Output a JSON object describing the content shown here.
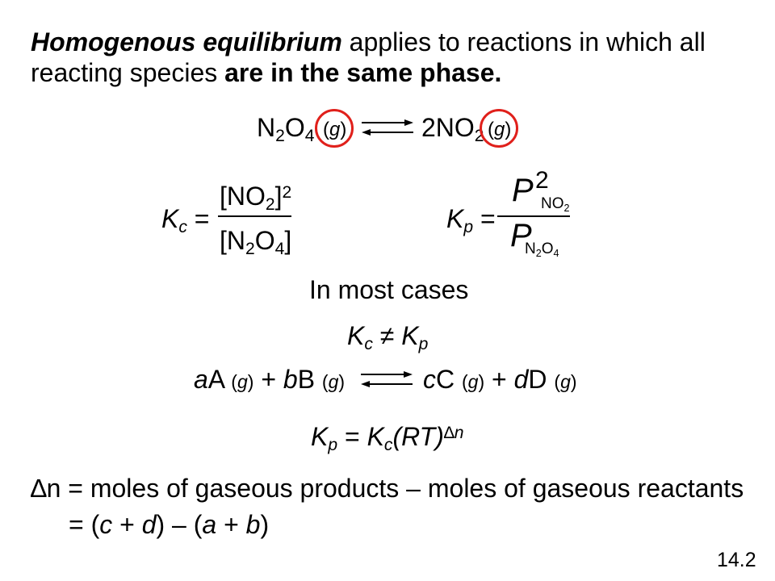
{
  "slide": {
    "intro": {
      "line1": [
        {
          "bi": "Homogenous equilibrium"
        },
        {
          "t": " applies to reactions in which all"
        }
      ],
      "line2": [
        {
          "t": "reacting species "
        },
        {
          "b": "are in the same phase."
        }
      ]
    },
    "reaction": {
      "reactant": [
        {
          "t": "N"
        },
        {
          "sub": "2"
        },
        {
          "t": "O"
        },
        {
          "sub": "4"
        }
      ],
      "reactant_phase": [
        {
          "t": "("
        },
        {
          "i": "g"
        },
        {
          "t": ")"
        }
      ],
      "product": [
        {
          "t": "2NO"
        },
        {
          "sub": "2"
        }
      ],
      "product_phase": [
        {
          "t": "("
        },
        {
          "i": "g"
        },
        {
          "t": ")"
        }
      ]
    },
    "kc": {
      "label": [
        {
          "i": "K"
        },
        {
          "isub": "c"
        },
        {
          "t": " ="
        }
      ],
      "numerator": [
        {
          "t": "[NO"
        },
        {
          "sub": "2"
        },
        {
          "t": "]"
        },
        {
          "sup": "2"
        }
      ],
      "denominator": [
        {
          "t": "[N"
        },
        {
          "sub": "2"
        },
        {
          "t": "O"
        },
        {
          "sub": "4"
        },
        {
          "t": "]"
        }
      ]
    },
    "kp": {
      "label": [
        {
          "i": "K"
        },
        {
          "isub": "p"
        },
        {
          "t": " ="
        }
      ],
      "numerator": {
        "symbol": "P",
        "power": "2",
        "subscript": [
          {
            "t": "NO"
          },
          {
            "sub": "2"
          }
        ]
      },
      "denominator": {
        "symbol": "P",
        "subscript": [
          {
            "t": "N"
          },
          {
            "sub": "2"
          },
          {
            "t": "O"
          },
          {
            "sub": "4"
          }
        ]
      }
    },
    "note": "In most cases",
    "inequality": [
      {
        "i": "K"
      },
      {
        "isub": "c"
      },
      {
        "t": " ≠ "
      },
      {
        "i": "K"
      },
      {
        "isub": "p"
      }
    ],
    "general_reaction": {
      "reactants": [
        {
          "i": "a"
        },
        {
          "t": "A "
        },
        {
          "s": "("
        },
        {
          "si": "g"
        },
        {
          "s": ")"
        },
        {
          "t": " + "
        },
        {
          "i": "b"
        },
        {
          "t": "B "
        },
        {
          "s": "("
        },
        {
          "si": "g"
        },
        {
          "s": ")"
        }
      ],
      "products": [
        {
          "i": "c"
        },
        {
          "t": "C "
        },
        {
          "s": "("
        },
        {
          "si": "g"
        },
        {
          "s": ")"
        },
        {
          "t": " + "
        },
        {
          "i": "d"
        },
        {
          "t": "D "
        },
        {
          "s": "("
        },
        {
          "si": "g"
        },
        {
          "s": ")"
        }
      ]
    },
    "relation": [
      {
        "i": "K"
      },
      {
        "isub": "p"
      },
      {
        "t": " = "
      },
      {
        "i": "K"
      },
      {
        "isub": "c"
      },
      {
        "i": "(RT)"
      },
      {
        "sup": "∆"
      },
      {
        "isup": "n"
      }
    ],
    "delta_n": {
      "definition": [
        {
          "t": "∆n = moles of gaseous products – moles of gaseous reactants"
        }
      ],
      "expression": [
        {
          "t": "= ("
        },
        {
          "i": "c"
        },
        {
          "t": " + "
        },
        {
          "i": "d"
        },
        {
          "t": ") – ("
        },
        {
          "i": "a"
        },
        {
          "t": " + "
        },
        {
          "i": "b"
        },
        {
          "t": ")"
        }
      ]
    },
    "slide_number": "14.2",
    "colors": {
      "highlight": "#e0201b"
    }
  }
}
